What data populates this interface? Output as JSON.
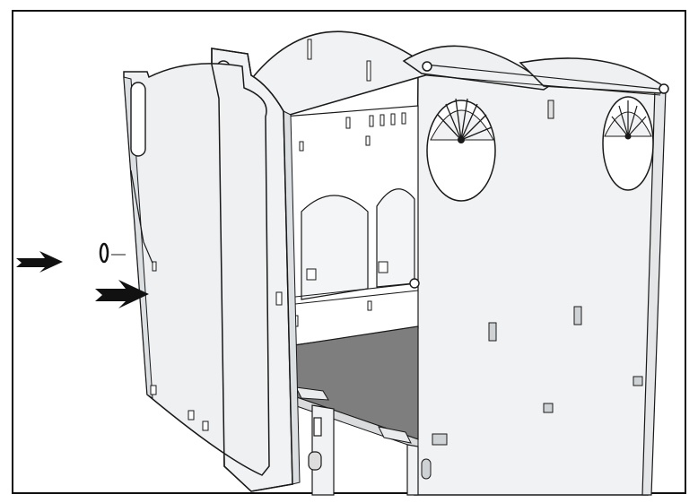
{
  "figure": {
    "kind": "assembly-step-illustration",
    "colors": {
      "background": "#ffffff",
      "frame": "#111111",
      "panel": "#f1f2f3",
      "panel_shade": "#dfe1e3",
      "floor": "#7e7e7e",
      "outline": "#1a1a1a",
      "arrow": "#111111"
    },
    "parts": [
      {
        "id": "side-panel",
        "icon": "wood-panel"
      },
      {
        "id": "washer",
        "icon": "ring-washer"
      },
      {
        "id": "floor-board",
        "icon": "board"
      }
    ],
    "indicators": [
      {
        "id": "insert-arrow-1",
        "icon": "arrow-right-icon"
      },
      {
        "id": "insert-arrow-2",
        "icon": "arrow-right-icon"
      }
    ]
  }
}
